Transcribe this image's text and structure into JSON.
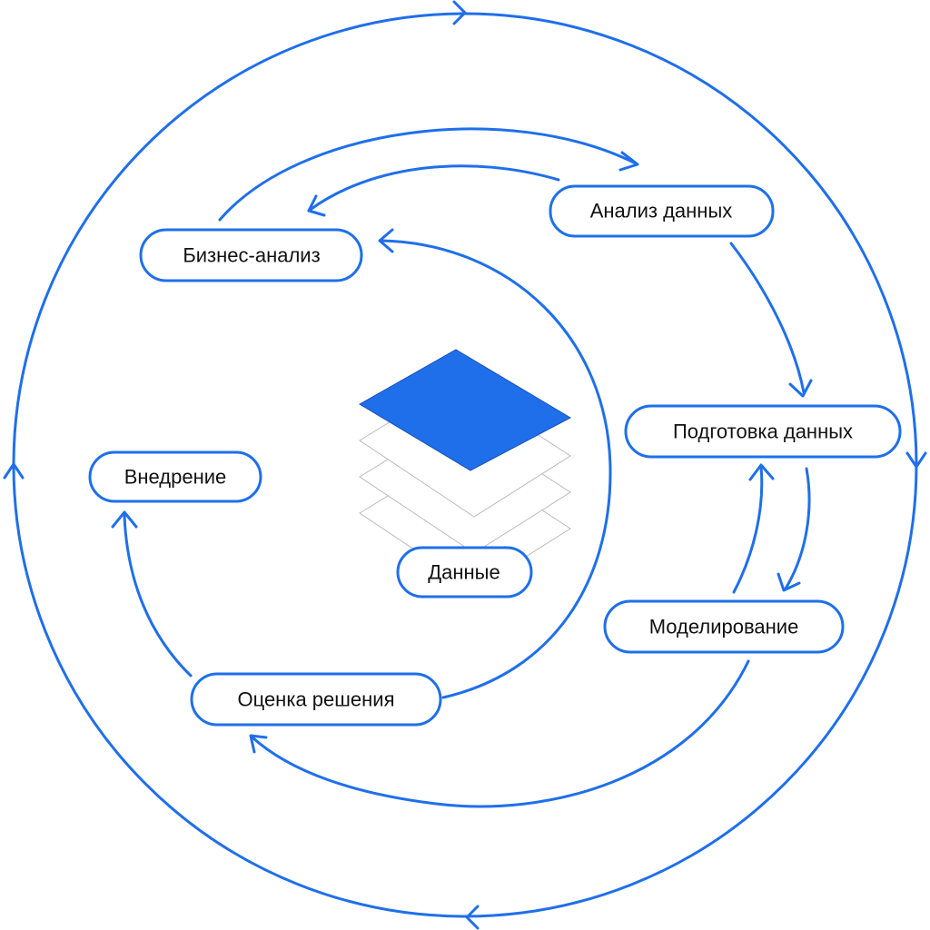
{
  "diagram": {
    "colors": {
      "accent": "#1f6fea",
      "layer_outline": "#b9b9b9",
      "text": "#111111",
      "background": "#ffffff"
    },
    "stack_icon": "data-layers-icon",
    "nodes": {
      "business_analysis": "Бизнес-анализ",
      "data_analysis": "Анализ данных",
      "data_preparation": "Подготовка данных",
      "modeling": "Моделирование",
      "solution_evaluation": "Оценка решения",
      "deployment": "Внедрение",
      "data": "Данные"
    }
  }
}
